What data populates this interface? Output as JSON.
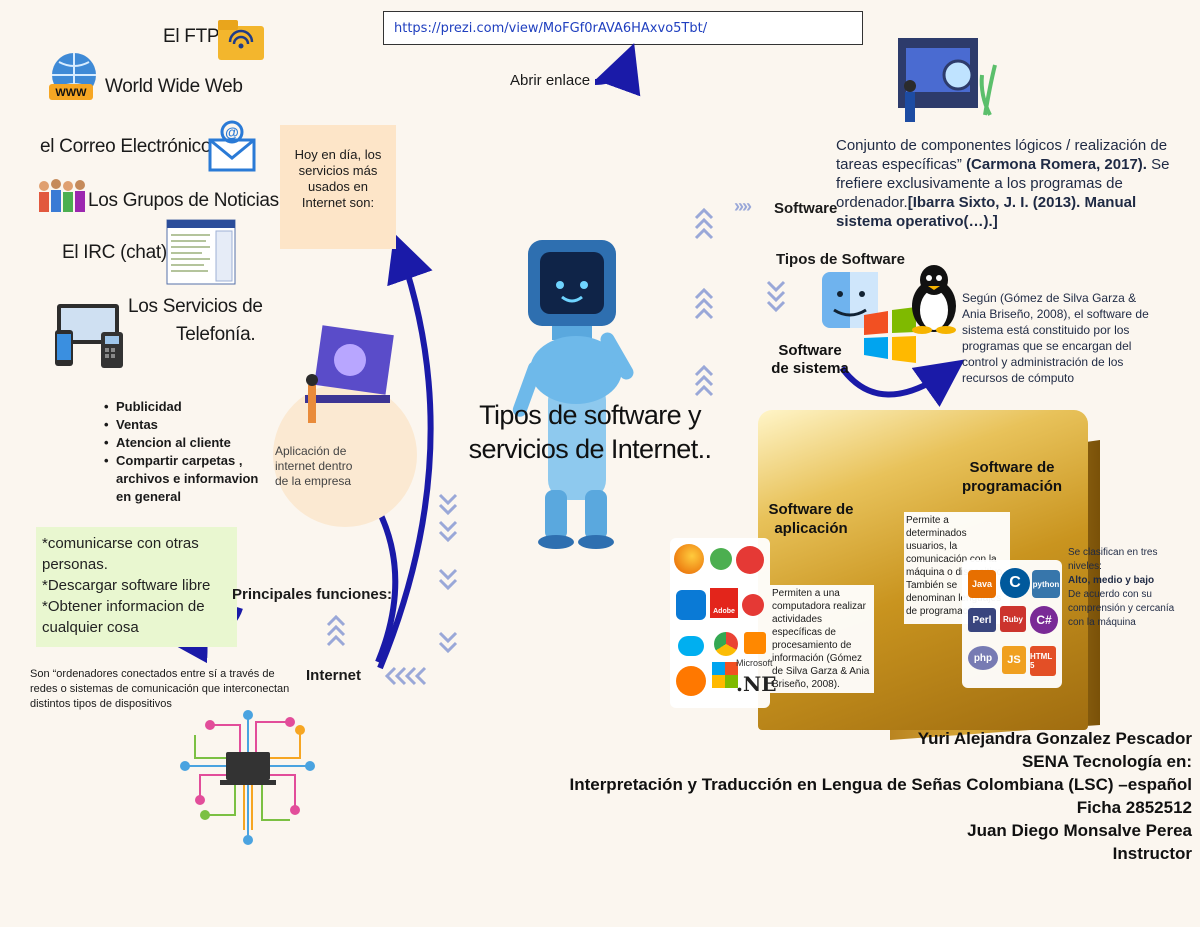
{
  "url": "https://prezi.com/view/MoFGf0rAVA6HAxvo5Tbt/",
  "open_link": "Abrir enlace",
  "services": [
    {
      "label": "El FTP",
      "icon": "ftp-folder-icon"
    },
    {
      "label": "World Wide Web",
      "icon": "globe-www-icon"
    },
    {
      "label": "el Correo Electrónico",
      "icon": "email-icon"
    },
    {
      "label": "Los Grupos de Noticias",
      "icon": "people-group-icon"
    },
    {
      "label": "El IRC (chat)",
      "icon": "chat-window-icon"
    },
    {
      "label": "Los Servicios de",
      "icon": "devices-icon"
    },
    {
      "label": "Telefonía.",
      "icon": ""
    }
  ],
  "note_services": "Hoy en día, los servicios más usados en Internet son:",
  "business": {
    "caption": "Aplicación de internet dentro de la empresa",
    "items": [
      "Publicidad",
      "Ventas",
      "Atencion al cliente",
      "Compartir carpetas , archivos e informavion en general"
    ]
  },
  "functions": {
    "title": "Principales funciones:",
    "items": [
      "*comunicarse con otras personas.",
      "*Descargar software libre",
      "*Obtener informacion de cualquier cosa"
    ]
  },
  "internet": {
    "label": "Internet",
    "definition": "Son “ordenadores conectados entre sí a través de redes o sistemas de comunicación que interconectan distintos tipos de dispositivos"
  },
  "main_title": "Tipos de software y servicios de Internet..",
  "software": {
    "label": "Software",
    "arrows": "››››",
    "definition_a": "Conjunto de componentes lógicos / realización de tareas específicas”",
    "cite_a": "(Carmona Romera, 2017).",
    "definition_b": "Se frefiere exclusivamente a los programas de ordenador.",
    "cite_b": "[Ibarra Sixto, J. I. (2013). Manual sistema operativo(…).]"
  },
  "types_label": "Tipos de Software",
  "system": {
    "label": "Software de sistema",
    "text": "Según (Gómez de Silva Garza & Ania Briseño, 2008), el software de sistema está constituido por los programas que se encargan del control y administración de los recursos de cómputo"
  },
  "programming": {
    "label": "Software de programación",
    "text": "Permite a determinados usuarios, la comunicación con la máquina o dispositivo. También se denominan lenguajes de programación.",
    "levels_a": "Se clasifican en tres niveles:",
    "levels_b": "Alto, medio y bajo",
    "levels_c": "De acuerdo con su comprensión y cercanía con la máquina",
    "languages": [
      "Java",
      "C",
      "python",
      "Perl",
      "C#",
      "php",
      "JS",
      "HTML 5",
      "Ruby"
    ]
  },
  "application": {
    "label": "Software de aplicación",
    "text": "Permiten a una computadora realizar actividades específicas de procesamiento de información (Gómez de Silva Garza & Ania Briseño, 2008).",
    "apps": [
      "Adobe",
      "Microsoft",
      ".NE"
    ]
  },
  "credits": [
    "Yuri Alejandra Gonzalez Pescador",
    "SENA Tecnología en:",
    "Interpretación y Traducción en Lengua de Señas Colombiana (LSC) –español",
    "Ficha 2852512",
    "Juan Diego Monsalve Perea",
    "Instructor"
  ],
  "colors": {
    "arrow": "#1a1aa8",
    "chevron": "#9aa8d8",
    "peach": "#fde5c8",
    "green": "#e9f7d0",
    "link": "#1f3fbf",
    "gold": "#c9941f"
  }
}
